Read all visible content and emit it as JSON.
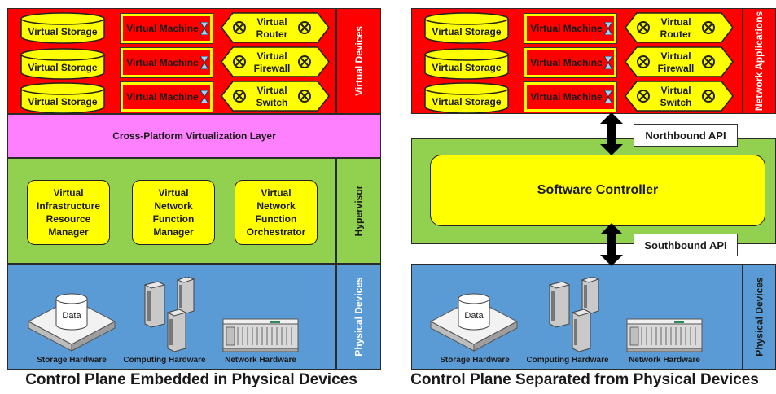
{
  "left": {
    "virtual_devices_label": "Virtual Devices",
    "storage": [
      "Virtual Storage",
      "Virtual Storage",
      "Virtual Storage"
    ],
    "vms": [
      "Virtual Machine",
      "Virtual Machine",
      "Virtual Machine"
    ],
    "routers": [
      {
        "line1": "Virtual",
        "line2": "Router"
      },
      {
        "line1": "Virtual",
        "line2": "Firewall"
      },
      {
        "line1": "Virtual",
        "line2": "Switch"
      }
    ],
    "virtualization_layer": "Cross-Platform Virtualization Layer",
    "hypervisor_label": "Hypervisor",
    "managers": [
      {
        "lines": [
          "Virtual",
          "Infrastructure",
          "Resource",
          "Manager"
        ]
      },
      {
        "lines": [
          "Virtual",
          "Network",
          "Function",
          "Manager"
        ]
      },
      {
        "lines": [
          "Virtual",
          "Network",
          "Function",
          "Orchestrator"
        ]
      }
    ],
    "physical_label": "Physical Devices",
    "data_label": "Data",
    "storage_hw": "Storage Hardware",
    "computing_hw": "Computing Hardware",
    "network_hw": "Network Hardware",
    "caption": "Control Plane Embedded in Physical Devices"
  },
  "right": {
    "apps_label": "Network Applications",
    "storage": [
      "Virtual Storage",
      "Virtual Storage",
      "Virtual Storage"
    ],
    "vms": [
      "Virtual Machine",
      "Virtual Machine",
      "Virtual Machine"
    ],
    "routers": [
      {
        "line1": "Virtual",
        "line2": "Router"
      },
      {
        "line1": "Virtual",
        "line2": "Firewall"
      },
      {
        "line1": "Virtual",
        "line2": "Switch"
      }
    ],
    "northbound": "Northbound API",
    "controller": "Software Controller",
    "southbound": "Southbound API",
    "physical_label": "Physical Devices",
    "data_label": "Data",
    "storage_hw": "Storage Hardware",
    "computing_hw": "Computing Hardware",
    "network_hw": "Network Hardware",
    "caption": "Control Plane Separated from Physical Devices"
  },
  "colors": {
    "virtual_devices": "#ff0000",
    "virtualization_layer": "#ff80ff",
    "hypervisor": "#92d050",
    "physical": "#5b9bd5",
    "component": "#ffff00"
  }
}
